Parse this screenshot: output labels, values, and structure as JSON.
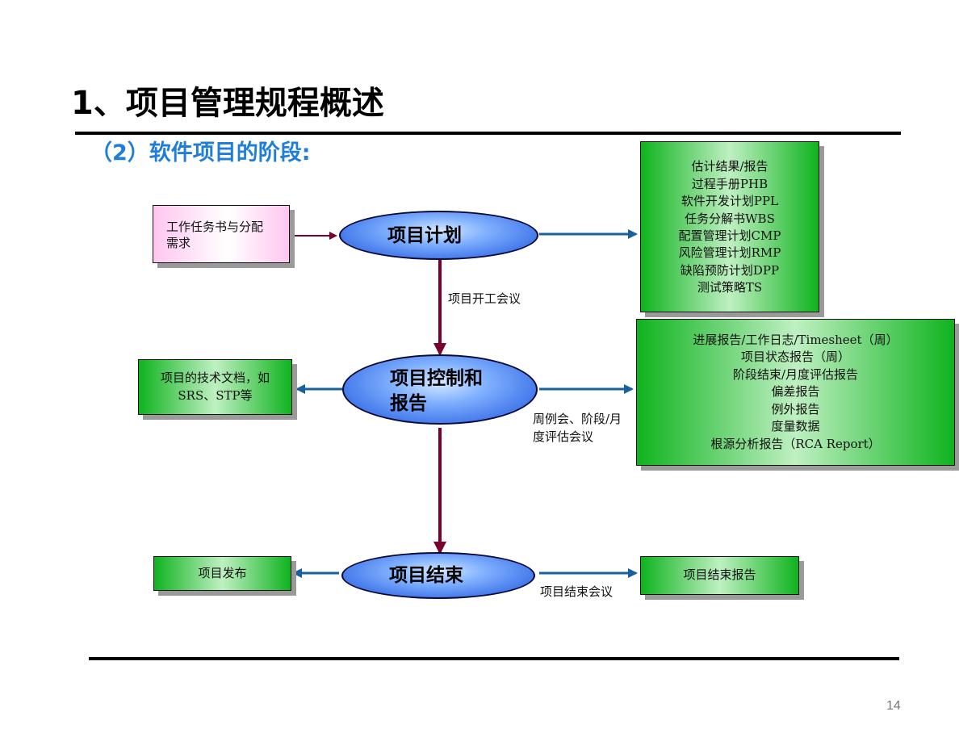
{
  "title": "1、项目管理规程概述",
  "subtitle": "（2）软件项目的阶段:",
  "page_number": "14",
  "colors": {
    "accent_blue": "#1f7fd8",
    "arrow_red": "#7a0030",
    "arrow_blue": "#1a5f9e",
    "box_green": "#0fb31f",
    "box_pink": "#ffc6f0"
  },
  "phases": {
    "plan": "项目计划",
    "control": [
      "项目控制和",
      "报告"
    ],
    "close": "项目结束"
  },
  "inputs": {
    "plan_input": [
      "工作任务书与分配",
      "需求"
    ],
    "control_output_left": [
      "项目的技术文档，如",
      "SRS、STP等"
    ],
    "close_output_left": "项目发布"
  },
  "edge_labels": {
    "plan_to_control": "项目开工会议",
    "control_meeting": [
      "周例会、阶段/月",
      "度评估会议"
    ],
    "close_meeting": "项目结束会议"
  },
  "outputs": {
    "plan_outputs": [
      "估计结果/报告",
      "过程手册PHB",
      "软件开发计划PPL",
      "任务分解书WBS",
      "配置管理计划CMP",
      "风险管理计划RMP",
      "缺陷预防计划DPP",
      "测试策略TS"
    ],
    "control_outputs": [
      "进展报告/工作日志/Timesheet（周）",
      "项目状态报告（周）",
      "阶段结束/月度评估报告",
      "偏差报告",
      "例外报告",
      "度量数据",
      "根源分析报告（RCA Report）"
    ],
    "close_output": "项目结束报告"
  }
}
